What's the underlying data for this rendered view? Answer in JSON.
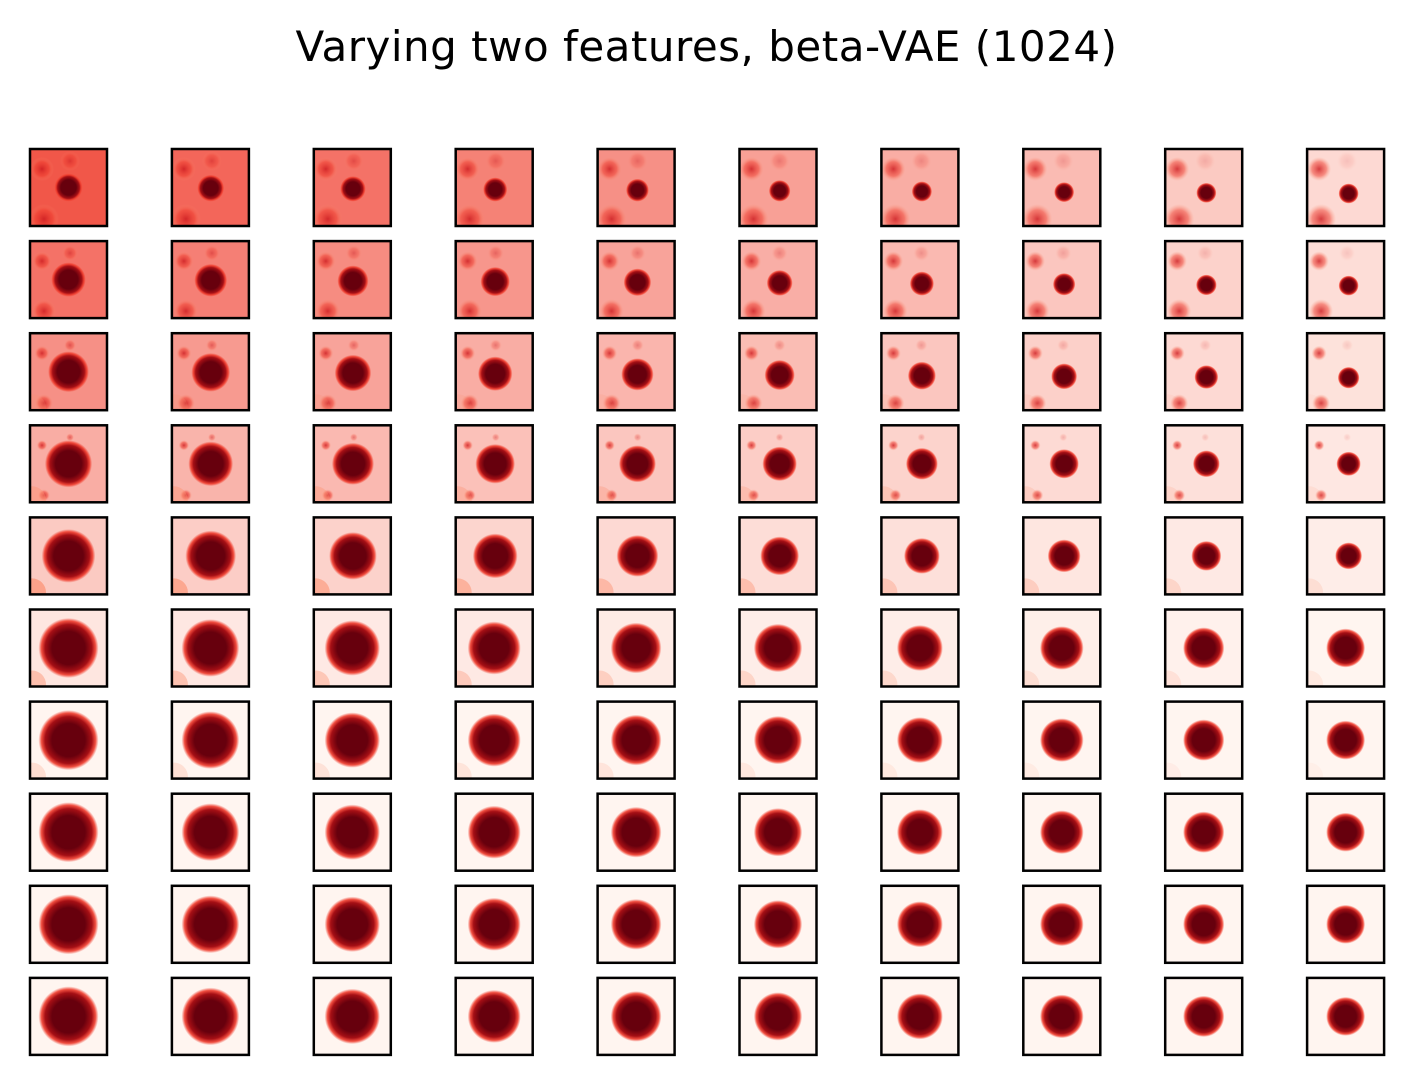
{
  "figure": {
    "title": "Varying two features, beta-VAE (1024)"
  },
  "grid": {
    "rows": 10,
    "cols": 10,
    "colormap": "Reds",
    "colors": {
      "background_light": "#fff5f0",
      "mid_red": "#ef3b2c",
      "dark_red": "#67000d",
      "frame": "#000000"
    }
  }
}
